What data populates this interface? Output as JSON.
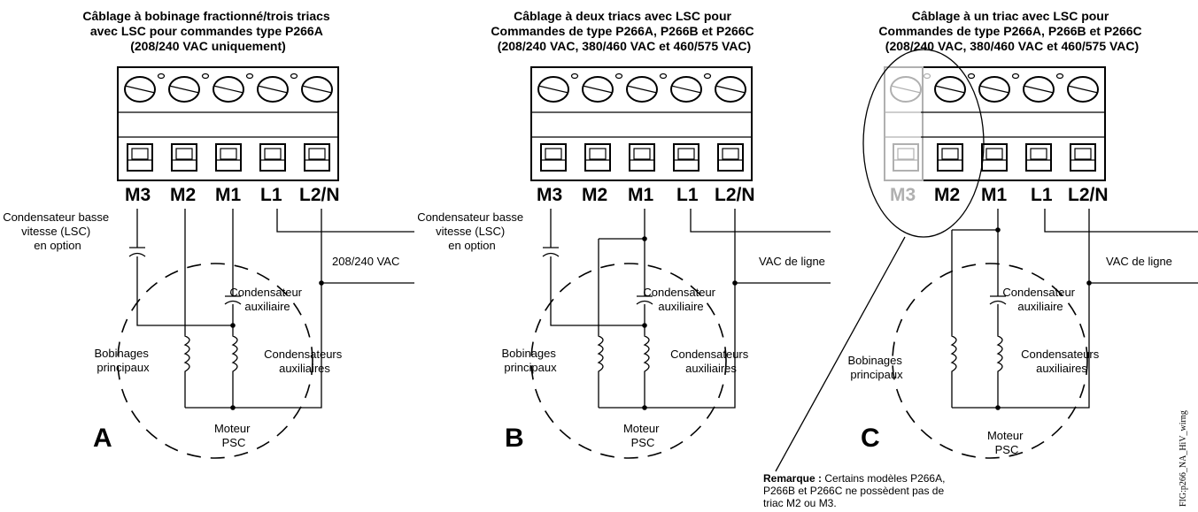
{
  "diagrams": [
    {
      "id": "A",
      "title": [
        "Câblage à bobinage fractionné/trois triacs",
        "avec LSC pour commandes type P266A",
        "(208/240 VAC uniquement)"
      ],
      "terminals": [
        "M3",
        "M2",
        "M1",
        "L1",
        "L2/N"
      ],
      "lsc_label": [
        "Condensateur basse",
        "vitesse (LSC)",
        "en option"
      ],
      "line_label": "208/240 VAC",
      "aux_cap_label": [
        "Condensateur",
        "auxiliaire"
      ],
      "windings_label": [
        "Bobinages",
        "principaux"
      ],
      "aux_caps_label": [
        "Condensateurs",
        "auxiliaires"
      ],
      "motor_label": [
        "Moteur",
        "PSC"
      ],
      "letter": "A"
    },
    {
      "id": "B",
      "title": [
        "Câblage à deux triacs avec LSC pour",
        "Commandes de type P266A, P266B et P266C",
        "(208/240 VAC, 380/460 VAC et 460/575 VAC)"
      ],
      "terminals": [
        "M3",
        "M2",
        "M1",
        "L1",
        "L2/N"
      ],
      "lsc_label": [
        "Condensateur basse",
        "vitesse (LSC)",
        "en option"
      ],
      "line_label": "VAC de ligne",
      "aux_cap_label": [
        "Condensateur",
        "auxiliaire"
      ],
      "windings_label": [
        "Bobinages",
        "principaux"
      ],
      "aux_caps_label": [
        "Condensateurs",
        "auxiliaires"
      ],
      "motor_label": [
        "Moteur",
        "PSC"
      ],
      "letter": "B"
    },
    {
      "id": "C",
      "title": [
        "Câblage à un triac avec LSC pour",
        "Commandes de type P266A, P266B et P266C",
        "(208/240 VAC, 380/460 VAC et 460/575 VAC)"
      ],
      "terminals": [
        "M3",
        "M2",
        "M1",
        "L1",
        "L2/N"
      ],
      "line_label": "VAC de ligne",
      "aux_cap_label": [
        "Condensateur",
        "auxiliaire"
      ],
      "windings_label": [
        "Bobinages",
        "principaux"
      ],
      "aux_caps_label": [
        "Condensateurs",
        "auxiliaires"
      ],
      "motor_label": [
        "Moteur",
        "PSC"
      ],
      "letter": "C",
      "note_bold": "Remarque :",
      "note_lines": [
        " Certains modèles P266A,",
        "P266B et P266C ne possèdent pas de",
        "triac M2 ou M3."
      ]
    }
  ],
  "figure_id": "FIG:p266_NA_HiV_wirng"
}
